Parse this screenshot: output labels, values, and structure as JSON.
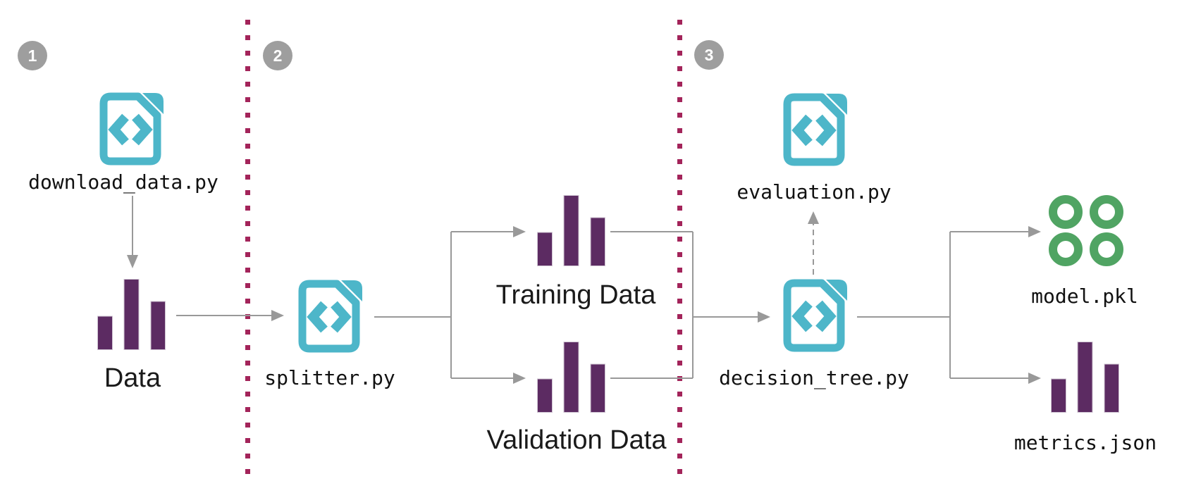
{
  "diagram": {
    "steps": [
      {
        "number": "1"
      },
      {
        "number": "2"
      },
      {
        "number": "3"
      }
    ],
    "nodes": {
      "download_script": {
        "label": "download_data.py"
      },
      "data": {
        "label": "Data"
      },
      "splitter_script": {
        "label": "splitter.py"
      },
      "training_data": {
        "label": "Training Data"
      },
      "validation_data": {
        "label": "Validation Data"
      },
      "evaluation_script": {
        "label": "evaluation.py"
      },
      "decision_tree_script": {
        "label": "decision_tree.py"
      },
      "model_file": {
        "label": "model.pkl"
      },
      "metrics_file": {
        "label": "metrics.json"
      }
    },
    "icons": {
      "script": "code-file-icon",
      "dataset": "bar-chart-icon",
      "model": "model-rings-icon"
    },
    "colors": {
      "script_icon_teal": "#4db6c9",
      "data_bars_purple": "#5c2b62",
      "data_bars_outline": "#cfc4d2",
      "model_rings_green": "#50a463",
      "divider_crimson": "#a3245a",
      "connector_gray": "#999999",
      "step_badge_gray": "#9e9e9e"
    }
  }
}
